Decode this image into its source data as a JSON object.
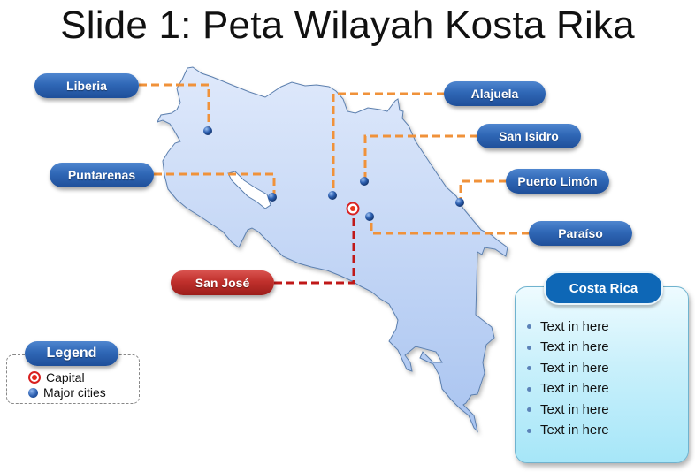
{
  "slide": {
    "title": "Slide 1: Peta Wilayah Kosta Rika"
  },
  "map": {
    "country": "Costa Rica",
    "fill_color": "#c9dbf7",
    "outline_color": "#5b7fae",
    "leader_color": "#f0923a",
    "capital_leader_color": "#c01818"
  },
  "cities": [
    {
      "name": "Liberia",
      "type": "major"
    },
    {
      "name": "Puntarenas",
      "type": "major"
    },
    {
      "name": "Alajuela",
      "type": "major"
    },
    {
      "name": "San Isidro",
      "type": "major"
    },
    {
      "name": "Puerto Limón",
      "type": "major"
    },
    {
      "name": "Paraíso",
      "type": "major"
    },
    {
      "name": "San José",
      "type": "capital"
    }
  ],
  "legend": {
    "title": "Legend",
    "items": [
      {
        "label": "Capital",
        "icon": "capital-target-icon"
      },
      {
        "label": "Major cities",
        "icon": "city-dot-icon"
      }
    ]
  },
  "info_box": {
    "title": "Costa Rica",
    "items": [
      "Text in here",
      "Text in here",
      "Text in here",
      "Text in here",
      "Text in here",
      "Text in here"
    ]
  }
}
